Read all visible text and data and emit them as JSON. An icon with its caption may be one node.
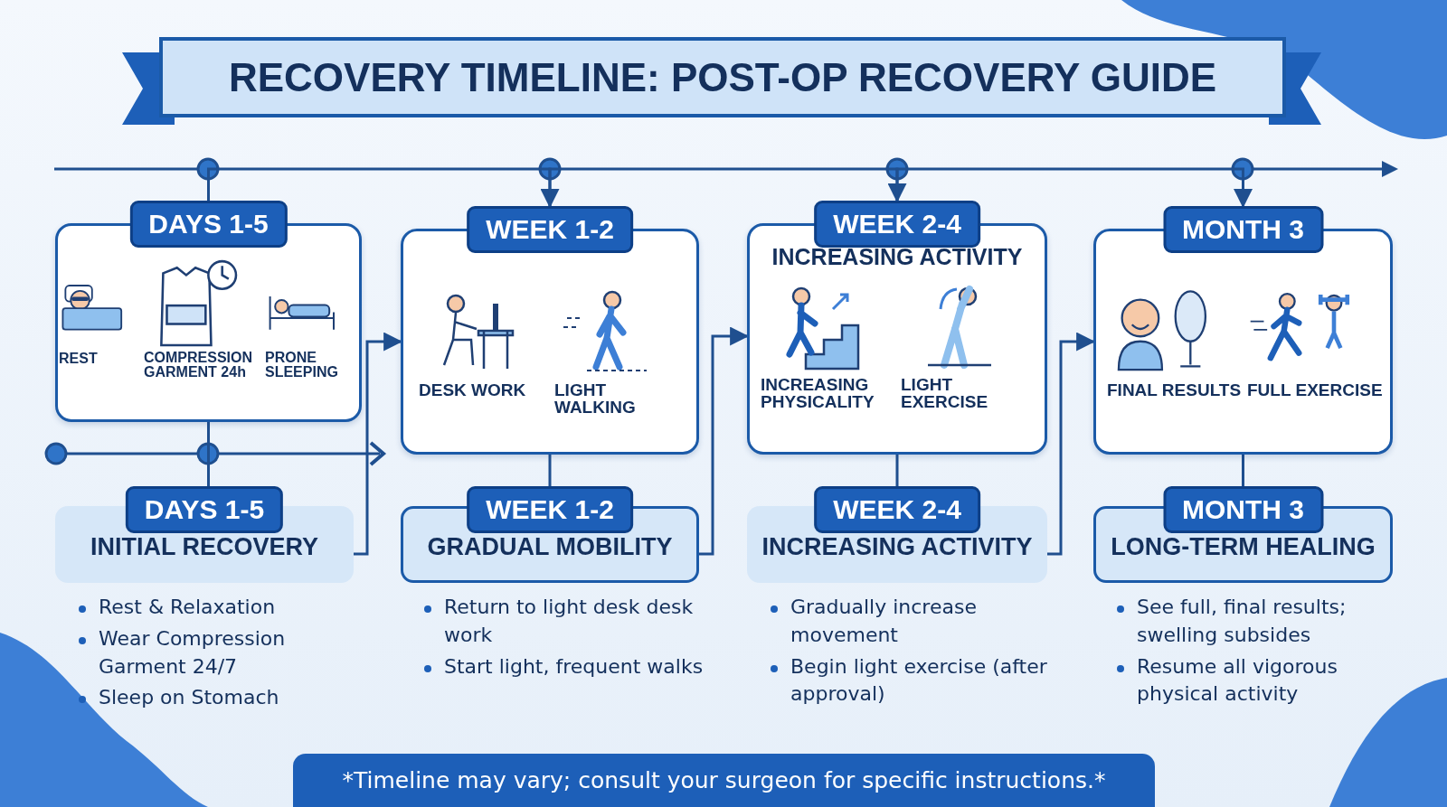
{
  "diagram": {
    "title": "RECOVERY TIMELINE: POST-OP RECOVERY GUIDE",
    "caption": "*Timeline may vary; consult your surgeon for specific instructions.*",
    "nodes": [
      {
        "text": [
          "DAYS 1-5"
        ]
      },
      {
        "text": [
          "REST"
        ],
        "in": 0
      },
      {
        "text": [
          "COMPRESSION GARMENT 24h"
        ],
        "in": 0
      },
      {
        "text": [
          "PRONE SLEEPING"
        ],
        "in": 0
      },
      {
        "text": [
          "WEEK 1-2"
        ]
      },
      {
        "text": [
          "DESK WORK"
        ],
        "in": 4
      },
      {
        "text": [
          "LIGHT WALKING"
        ],
        "in": 4
      },
      {
        "text": [
          "WEEK 2-4",
          "INCREASING ACTIVITY"
        ]
      },
      {
        "text": [
          "INCREASING PHYSICALITY"
        ],
        "in": 7
      },
      {
        "text": [
          "LIGHT EXERCISE"
        ],
        "in": 7
      },
      {
        "text": [
          "MONTH 3"
        ]
      },
      {
        "text": [
          "FINAL RESULTS"
        ],
        "in": 10
      },
      {
        "text": [
          "FULL EXERCISE"
        ],
        "in": 10
      },
      {
        "text": [
          "DAYS 1-5",
          "INITIAL RECOVERY"
        ],
        "beside": [
          "Rest & Relaxation",
          "Wear Compression Garment 24/7",
          "Sleep on Stomach"
        ]
      },
      {
        "text": [
          "WEEK 1-2",
          "GRADUAL MOBILITY"
        ],
        "beside": [
          "Return to light desk desk work",
          "Start light, frequent walks"
        ]
      },
      {
        "text": [
          "WEEK 2-4",
          "INCREASING ACTIVITY"
        ],
        "beside": [
          "Gradually increase movement",
          "Begin light exercise (after approval)"
        ]
      },
      {
        "text": [
          "MONTH 3",
          "LONG-TERM HEALING"
        ],
        "beside": [
          "See full, final results; swelling subsides",
          "Resume all vigorous physical activity"
        ]
      }
    ],
    "edges": [
      {
        "from": 0,
        "to": 4,
        "arrow": "to"
      },
      {
        "from": 4,
        "to": 7,
        "arrow": "to"
      },
      {
        "from": 7,
        "to": 10,
        "arrow": "to"
      },
      {
        "from": 0,
        "to": 13,
        "arrow": "none"
      },
      {
        "from": 4,
        "to": 14,
        "arrow": "none"
      },
      {
        "from": 7,
        "to": 15,
        "arrow": "none"
      },
      {
        "from": 10,
        "to": 16,
        "arrow": "none"
      },
      {
        "from": 13,
        "to": 4,
        "arrow": "to"
      },
      {
        "from": 14,
        "to": 7,
        "arrow": "to"
      },
      {
        "from": 15,
        "to": 10,
        "arrow": "to"
      }
    ]
  }
}
